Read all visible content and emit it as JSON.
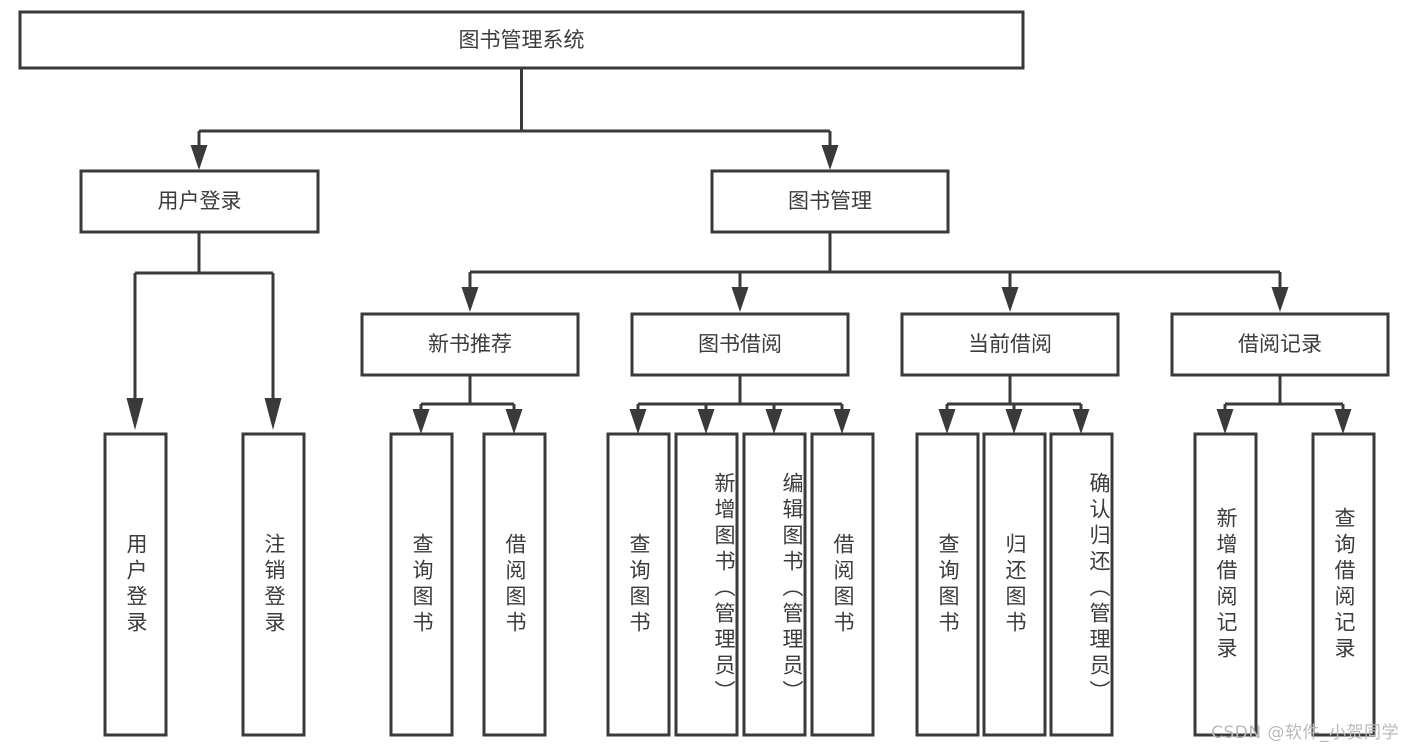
{
  "diagram": {
    "title": "图书管理系统",
    "type": "tree-hierarchy",
    "root": {
      "id": "root",
      "label": "图书管理系统"
    },
    "level1": [
      {
        "id": "user-login",
        "label": "用户登录"
      },
      {
        "id": "book-management",
        "label": "图书管理"
      }
    ],
    "level2": [
      {
        "id": "new-book-recommend",
        "label": "新书推荐",
        "parent": "book-management"
      },
      {
        "id": "book-borrow",
        "label": "图书借阅",
        "parent": "book-management"
      },
      {
        "id": "current-borrow",
        "label": "当前借阅",
        "parent": "book-management"
      },
      {
        "id": "borrow-record",
        "label": "借阅记录",
        "parent": "book-management"
      }
    ],
    "leaves": {
      "user-login": [
        {
          "id": "leaf-user-login",
          "label": "用户登录"
        },
        {
          "id": "leaf-logout-login",
          "label": "注销登录"
        }
      ],
      "new-book-recommend": [
        {
          "id": "leaf-query-book-1",
          "label": "查询图书"
        },
        {
          "id": "leaf-borrow-book-1",
          "label": "借阅图书"
        }
      ],
      "book-borrow": [
        {
          "id": "leaf-query-book-2",
          "label": "查询图书"
        },
        {
          "id": "leaf-add-book",
          "label": "新增图书（管理员）"
        },
        {
          "id": "leaf-edit-book",
          "label": "编辑图书（管理员）"
        },
        {
          "id": "leaf-borrow-book-2",
          "label": "借阅图书"
        }
      ],
      "current-borrow": [
        {
          "id": "leaf-query-book-3",
          "label": "查询图书"
        },
        {
          "id": "leaf-return-book",
          "label": "归还图书"
        },
        {
          "id": "leaf-confirm-return",
          "label": "确认归还（管理员）"
        }
      ],
      "borrow-record": [
        {
          "id": "leaf-add-record",
          "label": "新增借阅记录"
        },
        {
          "id": "leaf-query-record",
          "label": "查询借阅记录"
        }
      ]
    },
    "colors": {
      "box_stroke": "#3a3a3a",
      "box_fill": "#ffffff",
      "text": "#3c3c3c",
      "connector": "#3a3a3a",
      "watermark": "#b9b9b9",
      "background": "#ffffff"
    }
  },
  "watermark": {
    "text": "CSDN @软件_小贺同学"
  }
}
